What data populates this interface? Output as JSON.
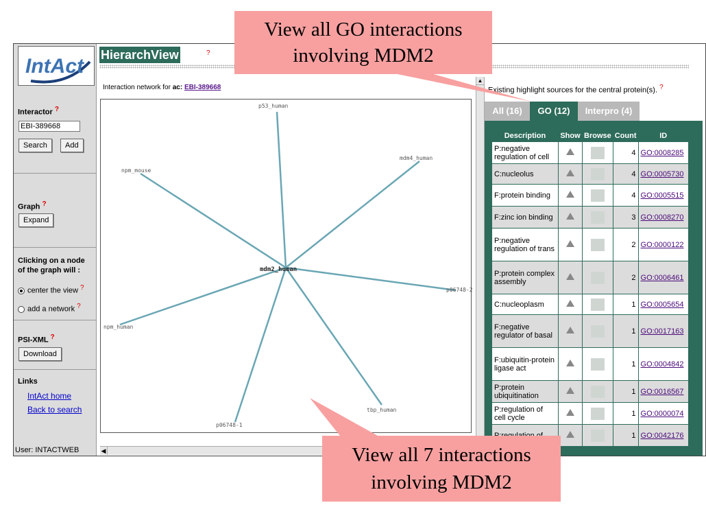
{
  "logo": {
    "text": "IntAct"
  },
  "header": {
    "title": "HierarchView",
    "help": "?"
  },
  "network": {
    "label_prefix": "Interaction network for ",
    "label_bold": "ac:",
    "accession": "EBI-389668"
  },
  "sidebar": {
    "interactor_label": "Interactor",
    "interactor_value": "EBI-389668",
    "search_label": "Search",
    "add_label": "Add",
    "graph_label": "Graph",
    "expand_label": "Expand",
    "click_label_1": "Clicking on a node",
    "click_label_2": "of the graph will :",
    "radio_center": "center the view",
    "radio_add": "add a network",
    "psi_label": "PSI-XML",
    "download_label": "Download",
    "links_label": "Links",
    "link_home": "IntAct home",
    "link_back": "Back to search",
    "user": "User: INTACTWEB"
  },
  "graph": {
    "center": "mdm2_human",
    "nodes": [
      "p53_human",
      "mdm4_human",
      "npm_mouse",
      "p06748-2",
      "npm_human",
      "tbp_human",
      "p06748-1"
    ]
  },
  "right": {
    "existing_text": "Existing highlight sources for the central protein(s).",
    "tabs": [
      "All (16)",
      "GO (12)",
      "Interpro (4)"
    ],
    "table": {
      "headers": [
        "Description",
        "Show",
        "Browse",
        "Count",
        "ID"
      ],
      "rows": [
        {
          "desc": "P:negative regulation of cell",
          "count": "4",
          "id": "GO:0008285"
        },
        {
          "desc": "C:nucleolus",
          "count": "4",
          "id": "GO:0005730"
        },
        {
          "desc": "F:protein binding",
          "count": "4",
          "id": "GO:0005515"
        },
        {
          "desc": "F:zinc ion binding",
          "count": "3",
          "id": "GO:0008270"
        },
        {
          "desc": "P:negative regulation of trans",
          "count": "2",
          "id": "GO:0000122"
        },
        {
          "desc": "P:protein complex assembly",
          "count": "2",
          "id": "GO:0006461"
        },
        {
          "desc": "C:nucleoplasm",
          "count": "1",
          "id": "GO:0005654"
        },
        {
          "desc": "F:negative regulator of basal",
          "count": "1",
          "id": "GO:0017163"
        },
        {
          "desc": "F:ubiquitin-protein ligase act",
          "count": "1",
          "id": "GO:0004842"
        },
        {
          "desc": "P:protein ubiquitination",
          "count": "1",
          "id": "GO:0016567"
        },
        {
          "desc": "P:regulation of cell cycle",
          "count": "1",
          "id": "GO:0000074"
        },
        {
          "desc": "P:regulation of",
          "count": "1",
          "id": "GO:0042176"
        }
      ]
    }
  },
  "annotations": {
    "top_line1": "View all GO interactions",
    "top_line2": "involving MDM2",
    "bottom_line1": "View all 7 interactions",
    "bottom_line2": "involving MDM2"
  },
  "colors": {
    "header_green": "#2d6b5a",
    "annotation_pink": "#f8a0a0",
    "graph_edge": "#6aa6b4"
  }
}
